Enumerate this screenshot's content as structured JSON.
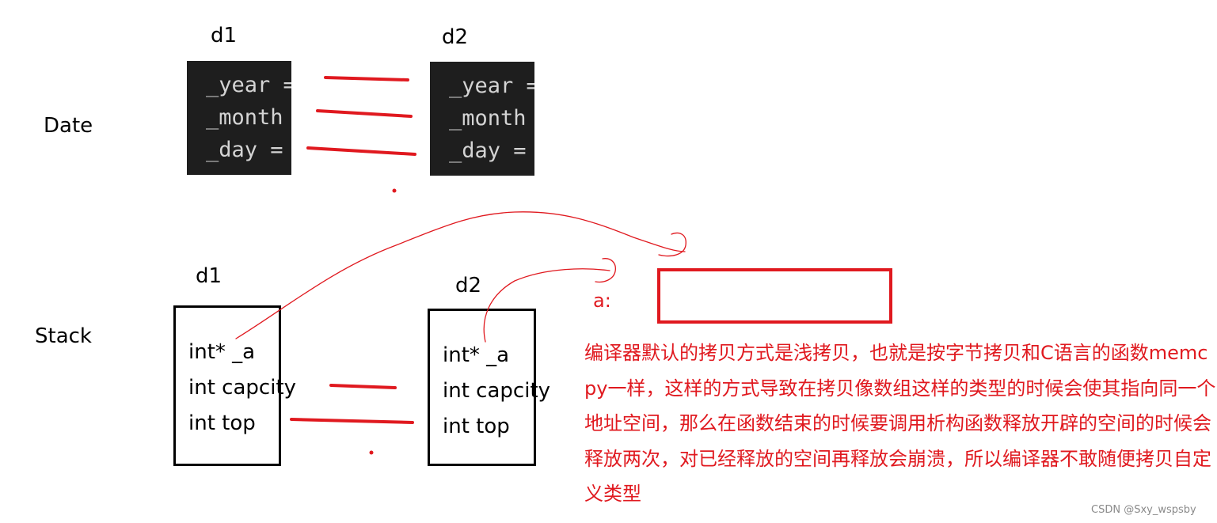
{
  "date_section": {
    "row_label": "Date",
    "d1_label": "d1",
    "d2_label": "d2",
    "d1_lines": [
      "_year =",
      "_month",
      "_day ="
    ],
    "d2_lines": [
      "_year =",
      "_month",
      "_day ="
    ]
  },
  "stack_section": {
    "row_label": "Stack",
    "d1_label": "d1",
    "d2_label": "d2",
    "d1_members": [
      "int* _a",
      "int capcity",
      "int top"
    ],
    "d2_members": [
      "int* _a",
      "int capcity",
      "int top"
    ]
  },
  "heap": {
    "pointer_label": "a:"
  },
  "explanation": "编译器默认的拷贝方式是浅拷贝，也就是按字节拷贝和C语言的函数memcpy一样，这样的方式导致在拷贝像数组这样的类型的时候会使其指向同一个地址空间，那么在函数结束的时候要调用析构函数释放开辟的空间的时候会释放两次，对已经释放的空间再释放会崩溃，所以编译器不敢随便拷贝自定义类型",
  "watermark": "CSDN @Sxy_wspsby",
  "colors": {
    "annotation": "#e0191f",
    "code_background": "#1e1e1e",
    "code_text": "#d4d4d4"
  }
}
